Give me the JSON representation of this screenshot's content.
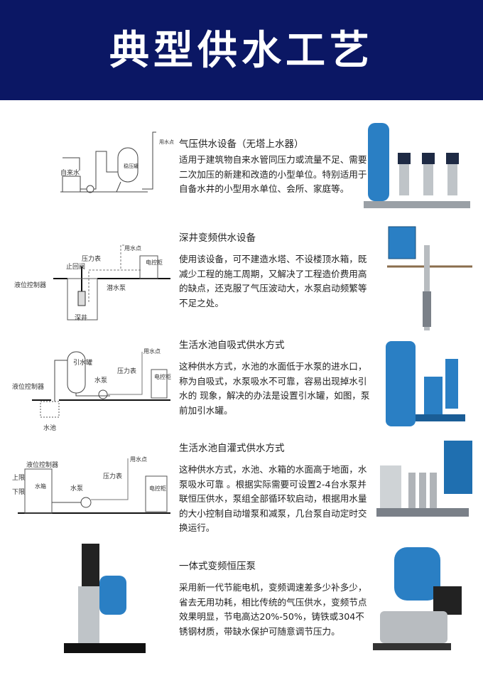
{
  "header": {
    "title": "典型供水工艺",
    "background": "#0b1764"
  },
  "sections": [
    {
      "title": "气压供水设备（无塔上水器）",
      "body": "适用于建筑物自来水管同压力或流量不足、需要二次加压的新建和改造的小型单位。特别适用于自备水井的小型用水单位、会所、家庭等。",
      "diagram": {
        "labels": [
          "自来水",
          "稳压罐",
          "用水点"
        ]
      }
    },
    {
      "title": "深井变频供水设备",
      "body": "使用该设备，可不建造水塔、不设楼顶水箱，既减少工程的施工周期，又解决了工程造价费用高的缺点，还克服了气压波动大，水泵启动频繁等不足之处。",
      "diagram": {
        "labels": [
          "压力表",
          "止回阀",
          "用水点",
          "电控柜",
          "液位控制器",
          "潜水泵",
          "深井"
        ]
      }
    },
    {
      "title": "生活水池自吸式供水方式",
      "body": "这种供水方式，水池的水面低于水泵的进水口，称为自吸式，水泵吸水不可靠，容易出现掉水引水的 现象，解决的办法是设置引水罐，如图，泵前加引水罐。",
      "diagram": {
        "labels": [
          "引水罐",
          "压力表",
          "用水点",
          "液位控制器",
          "水泵",
          "电控柜",
          "水池"
        ]
      }
    },
    {
      "title": "生活水池自灌式供水方式",
      "body": "这种供水方式，水池、水箱的水面高于地面，水泵吸水可靠 。根据实际需要可设置2-4台水泵并联恒压供水，泵组全部循环软启动，根据用水量的大小控制自动增泵和减泵，几台泵自动定时交换运行。",
      "diagram": {
        "labels": [
          "液位控制器",
          "上限",
          "下限",
          "水箱",
          "水泵",
          "压力表",
          "用水点",
          "电控柜"
        ]
      }
    },
    {
      "title": "一体式变频恒压泵",
      "body": "采用新一代节能电机，变频调速差多少补多少，省去无用功耗，相比传统的气压供水，变频节点效果明显，节电高达20%-50%，铸铁或304不锈钢材质，带缺水保护可随意调节压力。"
    }
  ],
  "colors": {
    "pump_blue": "#2a7fc4",
    "steel": "#b8bcc0"
  }
}
